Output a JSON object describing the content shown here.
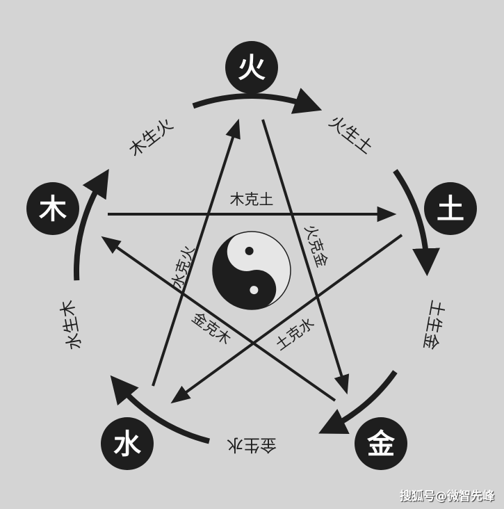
{
  "elements": {
    "fire": "火",
    "earth": "土",
    "metal": "金",
    "water": "水",
    "wood": "木"
  },
  "generating": {
    "wood_fire": "木生火",
    "fire_earth": "火生土",
    "earth_metal": "土生金",
    "metal_water": "金生水",
    "water_wood": "水生木"
  },
  "overcoming": {
    "wood_earth": "木克土",
    "water_fire": "水克火",
    "fire_metal": "火克金",
    "metal_wood": "金克木",
    "earth_water": "土克水"
  },
  "center_symbol": "yin-yang-icon",
  "watermark": "搜狐号@微智先峰",
  "colors": {
    "background": "#d4d4d4",
    "ink": "#1e1e1e",
    "node_fill": "#1e1e1e",
    "node_text": "#ffffff"
  }
}
